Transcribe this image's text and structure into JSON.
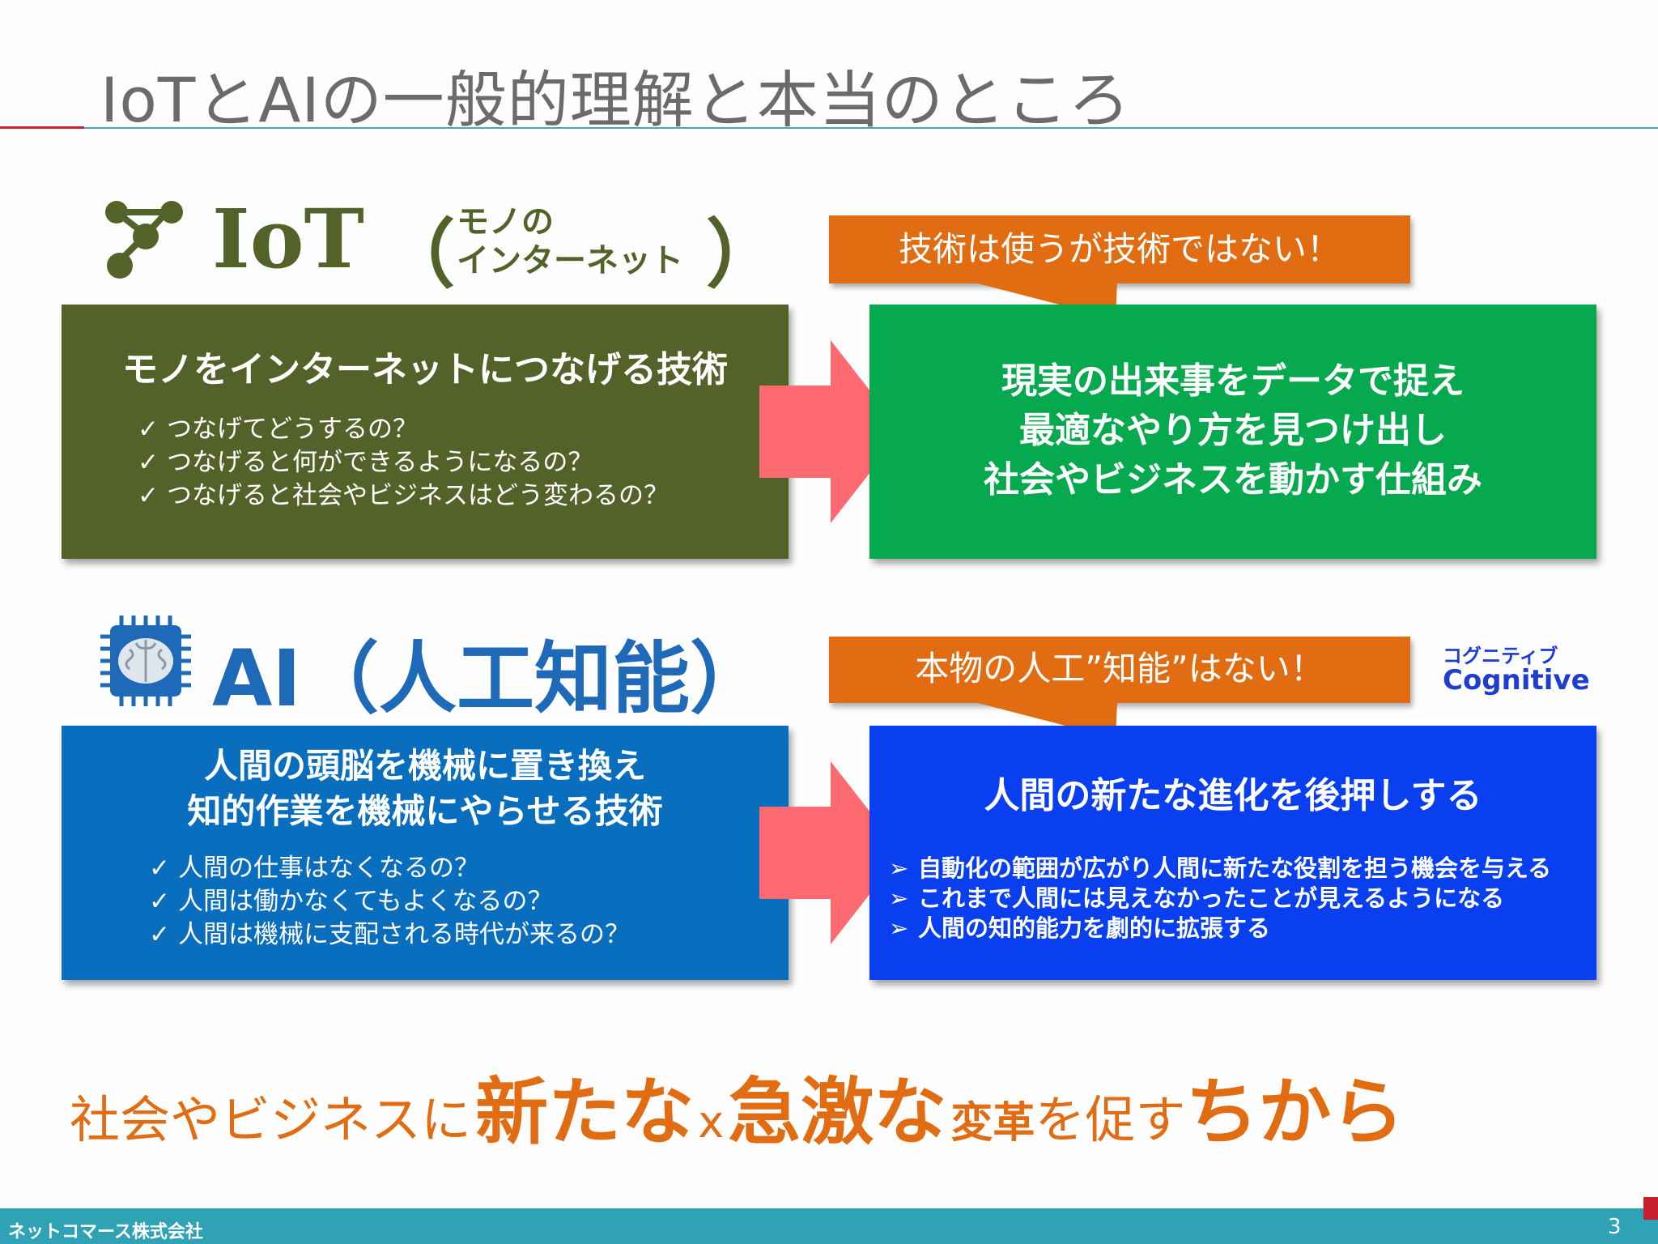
{
  "slide": {
    "title": "IoTとAIの一般的理解と本当のところ"
  },
  "iot": {
    "heading": "IoT",
    "paren_open": "（",
    "paren_close": "）",
    "sub_line1": "モノの",
    "sub_line2": "インターネット",
    "box_title": "モノをインターネットにつなげる技術",
    "questions": [
      "つなげてどうするの？",
      "つなげると何ができるようになるの？",
      "つなげると社会やビジネスはどう変わるの？"
    ],
    "bubble": "技術は使うが技術ではない！",
    "answer_lines": [
      "現実の出来事をデータで捉え",
      "最適なやり方を見つけ出し",
      "社会やビジネスを動かす仕組み"
    ]
  },
  "ai": {
    "heading": "AI（人工知能）",
    "box_title_line1": "人間の頭脳を機械に置き換え",
    "box_title_line2": "知的作業を機械にやらせる技術",
    "questions": [
      "人間の仕事はなくなるの？",
      "人間は働かなくてもよくなるの？",
      "人間は機械に支配される時代が来るの？"
    ],
    "bubble": "本物の人工”知能”はない！",
    "answer_title": "人間の新たな進化を後押しする",
    "answer_points": [
      "自動化の範囲が広がり人間に新たな役割を担う機会を与える",
      "これまで人間には見えなかったことが見えるようになる",
      "人間の知的能力を劇的に拡張する"
    ],
    "cognitive_kana": "コグニティブ",
    "cognitive_en": "Cognitive"
  },
  "tagline": {
    "part1": "社会やビジネスに",
    "part2": "新たな",
    "part3": "x",
    "part4": "急激な",
    "part5": "変革",
    "part6": "を促す",
    "part7": "ちから"
  },
  "footer": {
    "company": "ネットコマース株式会社",
    "page": "3"
  },
  "icons": [
    "network-nodes-icon",
    "brain-chip-icon",
    "checkmark-icon",
    "arrow-bullet-icon",
    "right-arrow-icon"
  ],
  "colors": {
    "title": "#6b6b6b",
    "iot_olive": "#546129",
    "iot_green": "#07a94f",
    "ai_blue": "#0a6ebe",
    "ai_bright_blue": "#0a3ff0",
    "bubble_orange": "#e16c12",
    "arrow_pink": "#fd6a6f",
    "footer_teal": "#2fa3b5"
  }
}
